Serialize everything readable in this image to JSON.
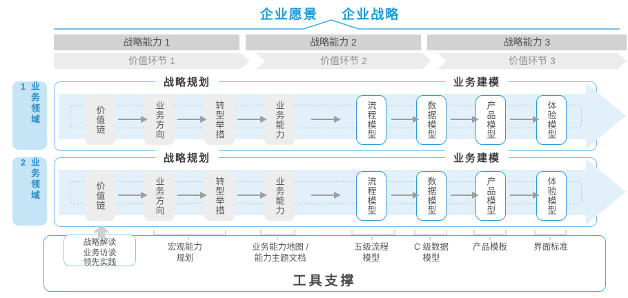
{
  "title": {
    "vision": "企业愿景",
    "strategy": "企业战略"
  },
  "capabilities": [
    "战略能力 1",
    "战略能力 2",
    "战略能力 3"
  ],
  "value_chains": [
    "价值环节 1",
    "价值环节 2",
    "价值环节 3"
  ],
  "domains": [
    "业务领域 1",
    "业务领域 2"
  ],
  "flow": {
    "sections": [
      "战略规划",
      "业务建模"
    ],
    "boxes": [
      {
        "label": "价值链",
        "type": "gray"
      },
      {
        "label": "业务方向",
        "type": "gray"
      },
      {
        "label": "转型举措",
        "type": "gray"
      },
      {
        "label": "业务能力",
        "type": "gray"
      },
      {
        "label": "流程模型",
        "type": "blue"
      },
      {
        "label": "数据模型",
        "type": "blue"
      },
      {
        "label": "产品模型",
        "type": "blue"
      },
      {
        "label": "体验模型",
        "type": "blue"
      }
    ]
  },
  "tools": {
    "container_label": "工具支撑",
    "practice_box": {
      "lines": [
        "战略解读",
        "业务访谈",
        "领先实践"
      ]
    },
    "items": [
      {
        "lines": [
          "宏观能力",
          "规划"
        ]
      },
      {
        "lines": [
          "业务能力地图 /",
          "能力主题文档"
        ]
      },
      {
        "lines": [
          "五级流程",
          "模型"
        ]
      },
      {
        "lines": [
          "C 级数据",
          "模型"
        ]
      },
      {
        "lines": [
          "产品模板"
        ]
      },
      {
        "lines": [
          "界面标准"
        ]
      }
    ]
  },
  "colors": {
    "accent_blue": "#189ddd",
    "band_border": "#72c0e8",
    "tool_border": "#4aa9da",
    "box_blue_border": "#2b9dd8",
    "gray_box": "#ededed",
    "cap_bar": "#d2d2d2",
    "chevron_bar": "#ececec",
    "flow_fill": "#e2f0fa",
    "domain_bg": "#c5e4f6"
  }
}
